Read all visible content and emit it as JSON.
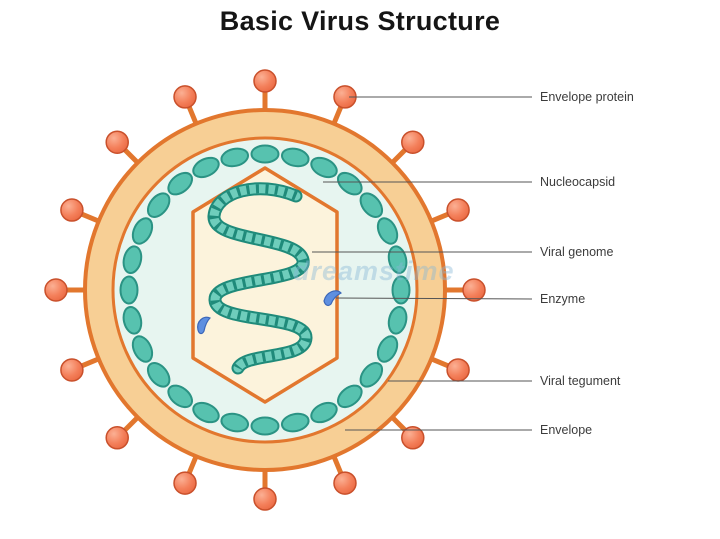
{
  "title": "Basic Virus Structure",
  "watermark": "dreamstime",
  "labels": [
    {
      "text": "Envelope protein"
    },
    {
      "text": "Nucleocapsid"
    },
    {
      "text": "Viral genome"
    },
    {
      "text": "Enzyme"
    },
    {
      "text": "Viral tegument"
    },
    {
      "text": "Envelope"
    }
  ],
  "colors": {
    "outline_orange": "#E2772E",
    "envelope_fill": "#F7CF95",
    "spike_salmon": "#F4805B",
    "inner_mint": "#E7F5F0",
    "bead_teal": "#57C2AF",
    "capsid_cream": "#FCF3DC",
    "genome_teal": "#1F8A7A",
    "enzyme_blue": "#5E8FE0"
  }
}
